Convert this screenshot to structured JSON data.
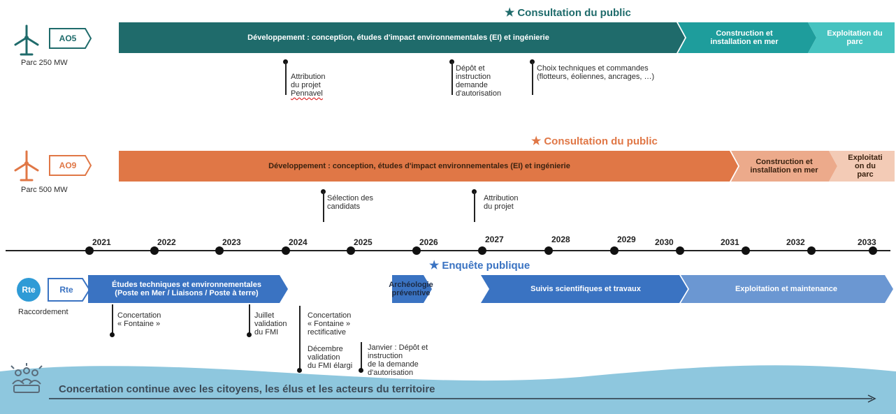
{
  "colors": {
    "ao5_dark": "#1f6b6b",
    "ao5_mid": "#1e9d9c",
    "ao5_light": "#46c3c0",
    "ao9_dark": "#e07746",
    "ao9_mid": "#ecaa8b",
    "ao9_light": "#f3cbb6",
    "rte_blue": "#3a73c2",
    "rte_light": "#6b97d2",
    "sea": "#8ec7de"
  },
  "ao5": {
    "consultation": "Consultation du public",
    "badge": "AO5",
    "park": "Parc 250 MW",
    "phases": {
      "development": "Développement : conception, études d'impact environnementales (EI) et ingénierie",
      "construction": "Construction et\ninstallation en mer",
      "operation": "Exploitation du\nparc"
    },
    "milestones": {
      "m1_line1": "Attribution\ndu projet",
      "m1_line2": "Pennavel",
      "m2": "Dépôt et\ninstruction\ndemande\nd'autorisation",
      "m3": "Choix techniques et commandes\n(flotteurs, éoliennes, ancrages, …)"
    }
  },
  "ao9": {
    "consultation": "Consultation du public",
    "badge": "AO9",
    "park": "Parc 500 MW",
    "phases": {
      "development": "Développement : conception, études d'impact environnementales (EI) et ingénierie",
      "construction": "Construction et\ninstallation en mer",
      "operation": "Exploitati\non du\nparc"
    },
    "milestones": {
      "m1": "Sélection des\ncandidats",
      "m2": "Attribution\ndu projet"
    }
  },
  "years": [
    "2021",
    "2022",
    "2023",
    "2024",
    "2025",
    "2026",
    "2027",
    "2028",
    "2029",
    "2030",
    "2031",
    "2032",
    "2033"
  ],
  "rte": {
    "logo": "Rte",
    "badge": "Rte",
    "label": "Raccordement",
    "enquete": "Enquête publique",
    "phases": {
      "studies": "Études techniques et environnementales\n(Poste en Mer / Liaisons / Poste  à terre)",
      "archeo": "Archéologie\npréventive",
      "suivis": "Suivis scientifiques et travaux",
      "exploit": "Exploitation et maintenance"
    },
    "milestones": {
      "m1": "Concertation\n« Fontaine »",
      "m2": "Juillet\nvalidation\ndu FMI",
      "m3": "Concertation\n« Fontaine »\nrectificative",
      "m4": "Décembre\nvalidation\ndu FMI élargi",
      "m5": "Janvier : Dépôt et\ninstruction\nde la demande\nd'autorisation"
    }
  },
  "footer": {
    "concertation": "Concertation continue avec les citoyens, les élus et les acteurs du territoire"
  }
}
